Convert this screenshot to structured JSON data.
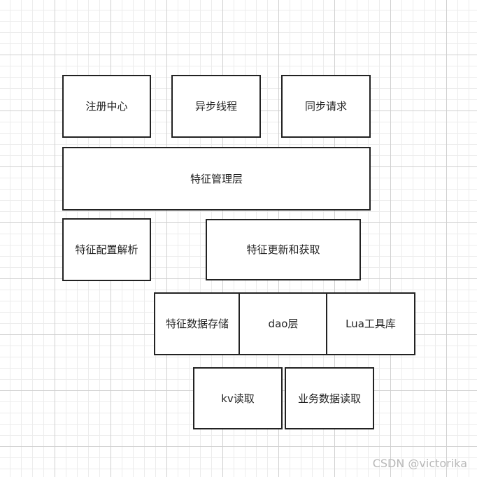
{
  "diagram": {
    "boxes": {
      "registry_center": "注册中心",
      "async_thread": "异步线程",
      "sync_request": "同步请求",
      "feature_management_layer": "特征管理层",
      "feature_config_parsing": "特征配置解析",
      "feature_update_fetch": "特征更新和获取",
      "feature_data_storage": "特征数据存储",
      "dao_layer": "dao层",
      "lua_tool_library": "Lua工具库",
      "kv_read": "kv读取",
      "business_data_read": "业务数据读取"
    }
  },
  "watermark": "CSDN @victorika"
}
